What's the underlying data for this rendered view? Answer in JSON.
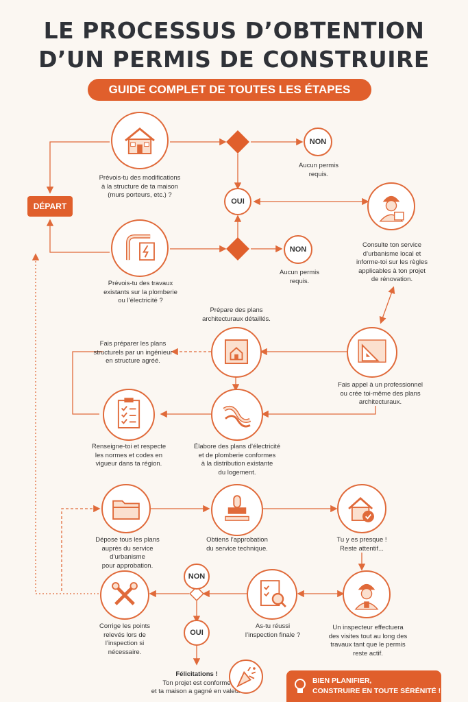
{
  "title_line1": "LE PROCESSUS D’OBTENTION",
  "title_line2": "D’UN PERMIS DE CONSTRUIRE",
  "subtitle": "GUIDE COMPLET DE TOUTES LES ÉTAPES",
  "depart": "DÉPART",
  "labels": {
    "non": "NON",
    "oui": "OUI"
  },
  "steps": {
    "q_structure": [
      "Prévois-tu des modifications",
      "à la structure de ta maison",
      "(murs porteurs, etc.) ?"
    ],
    "no_permit": [
      "Aucun permis",
      "requis."
    ],
    "q_plumbing": [
      "Prévois-tu des travaux",
      "existants sur la plomberie",
      "ou l’électricité ?"
    ],
    "consult": [
      "Consulte ton service",
      "d’urbanisme local et",
      "informe-toi sur les règles",
      "applicables à ton projet",
      "de rénovation."
    ],
    "prepare_plans": [
      "Prépare des plans",
      "architecturaux détaillés."
    ],
    "engineer": [
      "Fais préparer les plans",
      "structurels par un ingénieur",
      "en structure agréé."
    ],
    "professional": [
      "Fais appel à un professionnel",
      "ou crée toi-même des plans",
      "architecturaux."
    ],
    "norms": [
      "Renseigne-toi et respecte",
      "les normes et codes en",
      "vigueur dans ta région."
    ],
    "elec_plans": [
      "Élabore des plans d’électricité",
      "et de plomberie conformes",
      "à la distribution existante",
      "du logement."
    ],
    "submit": [
      "Dépose tous les plans",
      "auprès du service d’urbanisme",
      "pour approbation."
    ],
    "approval": [
      "Obtiens l’approbation",
      "du service technique."
    ],
    "almost": [
      "Tu y es presque !",
      "Reste attentif..."
    ],
    "fix": [
      "Corrige les points",
      "relevés lors de",
      "l’inspection si",
      "nécessaire."
    ],
    "q_inspection": [
      "As-tu réussi",
      "l’inspection finale ?"
    ],
    "inspector": [
      "Un inspecteur effectuera",
      "des visites tout au long des",
      "travaux tant que le permis",
      "reste actif."
    ],
    "congrats": [
      "Félicitations !",
      "Ton projet est conforme",
      "et ta maison a gagné en valeur."
    ]
  },
  "banner": [
    "BIEN PLANIFIER,",
    "CONSTRUIRE EN TOUTE SÉRÉNITÉ !"
  ],
  "colors": {
    "accent": "#e05f2c",
    "line": "#e06a3a",
    "dark": "#2f3238",
    "background": "#fbf7f2"
  },
  "icons": [
    "house-icon",
    "pipes-icon",
    "worker-icon",
    "blueprint-icon",
    "ruler-square-icon",
    "clipboard-icon",
    "cables-icon",
    "folder-icon",
    "stamp-icon",
    "house-check-icon",
    "tools-icon",
    "report-search-icon",
    "inspector-icon",
    "party-popper-icon",
    "lightbulb-icon"
  ]
}
